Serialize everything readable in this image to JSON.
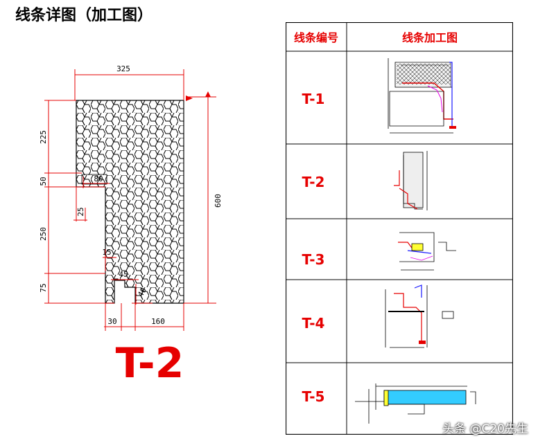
{
  "page": {
    "title": "线条详图（加工图）"
  },
  "drawing": {
    "label": "T-2",
    "dims": {
      "top_width": "325",
      "height_total": "600",
      "h_225": "225",
      "h_50": "50",
      "h_250": "250",
      "h_75": "75",
      "notch_80": "80",
      "notch_25": "25",
      "step_15": "15",
      "step_45": "45",
      "step_40": "40",
      "bottom_30": "30",
      "bottom_160": "160"
    }
  },
  "table": {
    "headers": [
      "线条编号",
      "线条加工图"
    ],
    "rows": [
      {
        "id": "T-1"
      },
      {
        "id": "T-2"
      },
      {
        "id": "T-3"
      },
      {
        "id": "T-4"
      },
      {
        "id": "T-5"
      }
    ]
  },
  "watermark": "头条 @C20先生",
  "colors": {
    "line_red": "#e60000",
    "hex_black": "#000000",
    "blue": "#1a1aff",
    "magenta": "#e600e6",
    "cyan": "#33ccff",
    "yellow": "#ffff33"
  }
}
